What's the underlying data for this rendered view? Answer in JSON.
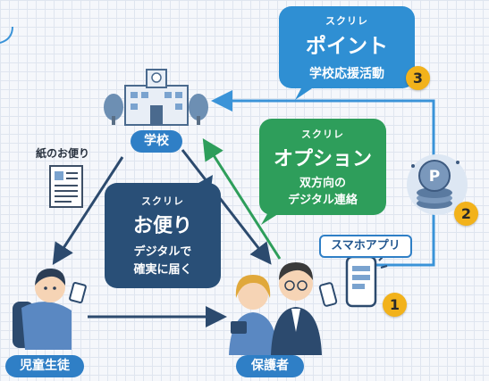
{
  "point_bubble": {
    "small": "スクリレ",
    "title": "ポイント",
    "subtitle": "学校応援活動"
  },
  "option_bubble": {
    "small": "スクリレ",
    "title": "オプション",
    "line1": "双方向の",
    "line2": "デジタル連絡"
  },
  "letter_bubble": {
    "small": "スクリレ",
    "title": "お便り",
    "line1": "デジタルで",
    "line2": "確実に届く"
  },
  "nodes": {
    "school": "学校",
    "student": "児童生徒",
    "guardian": "保護者"
  },
  "paper_letter_label": "紙のお便り",
  "smartphone_app_label": "スマホアプリ",
  "step_numbers": {
    "n1": "1",
    "n2": "2",
    "n3": "3"
  },
  "colors": {
    "accent_blue": "#2f8fd3",
    "option_green": "#2e9e5b",
    "letter_navy": "#294f77",
    "label_blue": "#2f7fc6",
    "number_yellow": "#f2b21b",
    "arrow_navy": "#2c4a6e"
  },
  "icons": [
    "school-building-icon",
    "tree-icon",
    "paper-document-icon",
    "point-coin-icon",
    "smartphone-icon",
    "student-figure-icon",
    "guardian-figure-icon"
  ]
}
